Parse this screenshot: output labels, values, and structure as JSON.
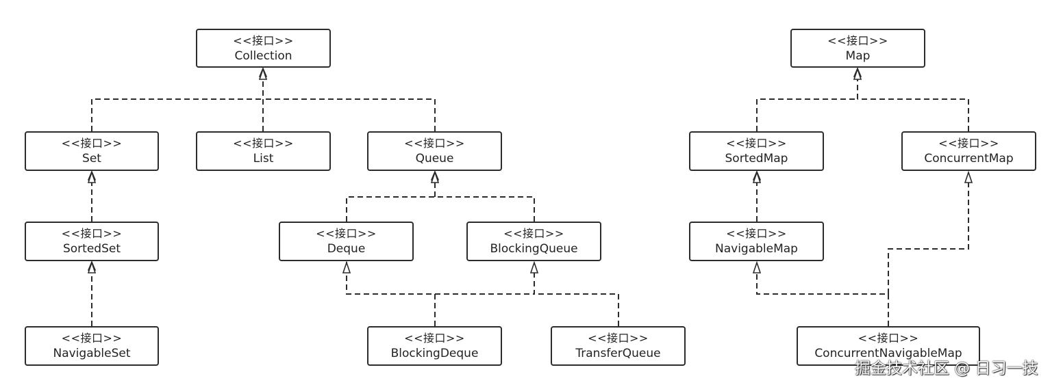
{
  "stereotype": "<<接口>>",
  "nodes": {
    "collection": "Collection",
    "set": "Set",
    "list": "List",
    "queue": "Queue",
    "sorted_set": "SortedSet",
    "navigable_set": "NavigableSet",
    "deque": "Deque",
    "blocking_queue": "BlockingQueue",
    "blocking_deque": "BlockingDeque",
    "transfer_queue": "TransferQueue",
    "map": "Map",
    "sorted_map": "SortedMap",
    "concurrent_map": "ConcurrentMap",
    "navigable_map": "NavigableMap",
    "concurrent_navigable_map": "ConcurrentNavigableMap"
  },
  "watermark": "掘金技术社区 @ 日习一技",
  "colors": {
    "line": "#2b2b2b",
    "background": "#ffffff"
  }
}
